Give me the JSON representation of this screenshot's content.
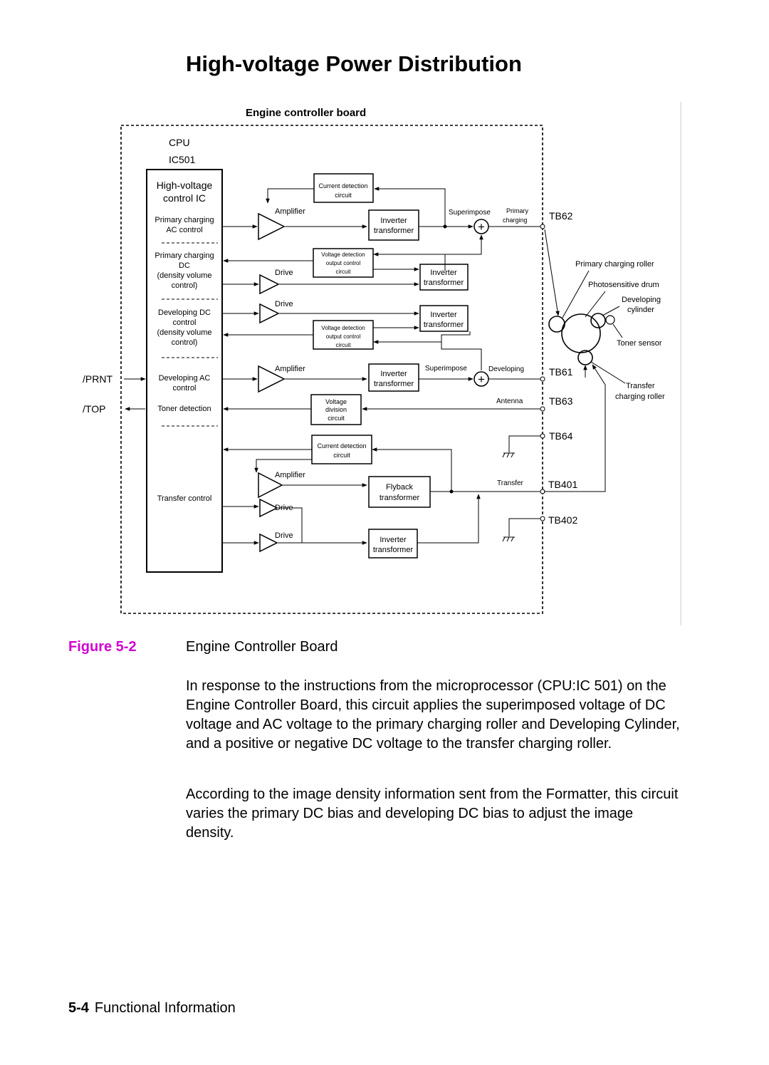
{
  "page": {
    "title": "High-voltage Power Distribution",
    "figure_label": "Figure 5-2",
    "figure_caption": "Engine Controller Board",
    "paragraphs": [
      "In response to the instructions from the microprocessor (CPU:IC 501) on the Engine Controller Board, this circuit applies the superimposed voltage of DC voltage and AC voltage to the primary charging roller and Developing Cylinder, and a positive or negative DC voltage to the transfer charging roller.",
      "According to the image density information sent from the Formatter, this circuit varies the primary DC bias and developing DC bias to adjust the image density."
    ],
    "footer_page": "5-4",
    "footer_section": "Functional Information",
    "accent_color": "#d000d0"
  },
  "diagram": {
    "board_title": "Engine controller board",
    "cpu": "CPU",
    "ic": "IC501",
    "ic_title_1": "High-voltage",
    "ic_title_2": "control IC",
    "ic_blocks": {
      "pc_ac_1": "Primary charging",
      "pc_ac_2": "AC control",
      "pc_dc_1": "Primary charging",
      "pc_dc_2": "DC",
      "pc_dc_3": "(density volume",
      "pc_dc_4": "control)",
      "dev_dc_1": "Developing DC",
      "dev_dc_2": "control",
      "dev_dc_3": "(density volume",
      "dev_dc_4": "control)",
      "dev_ac_1": "Developing AC",
      "dev_ac_2": "control",
      "toner": "Toner detection",
      "transfer": "Transfer control"
    },
    "signals": {
      "prnt": "/PRNT",
      "top": "/TOP"
    },
    "amplifier": "Amplifier",
    "drive": "Drive",
    "current_detection_1": "Current detection",
    "current_detection_2": "circuit",
    "voltage_detection_1": "Voltage detection",
    "voltage_detection_2": "output control",
    "voltage_detection_3": "circuit",
    "voltage_division_1": "Voltage",
    "voltage_division_2": "division",
    "voltage_division_3": "circuit",
    "inverter_1": "Inverter",
    "inverter_2": "transformer",
    "flyback_1": "Flyback",
    "flyback_2": "transformer",
    "superimpose": "Superimpose",
    "primary_1": "Primary",
    "primary_2": "charging",
    "developing": "Developing",
    "antenna": "Antenna",
    "transfer": "Transfer",
    "terminals": {
      "tb62": "TB62",
      "tb61": "TB61",
      "tb63": "TB63",
      "tb64": "TB64",
      "tb401": "TB401",
      "tb402": "TB402"
    },
    "components": {
      "primary_charging_roller": "Primary charging roller",
      "photosensitive_drum": "Photosensitive drum",
      "developing_1": "Developing",
      "developing_2": "cylinder",
      "toner_sensor": "Toner sensor",
      "transfer_1": "Transfer",
      "transfer_2": "charging roller"
    }
  }
}
